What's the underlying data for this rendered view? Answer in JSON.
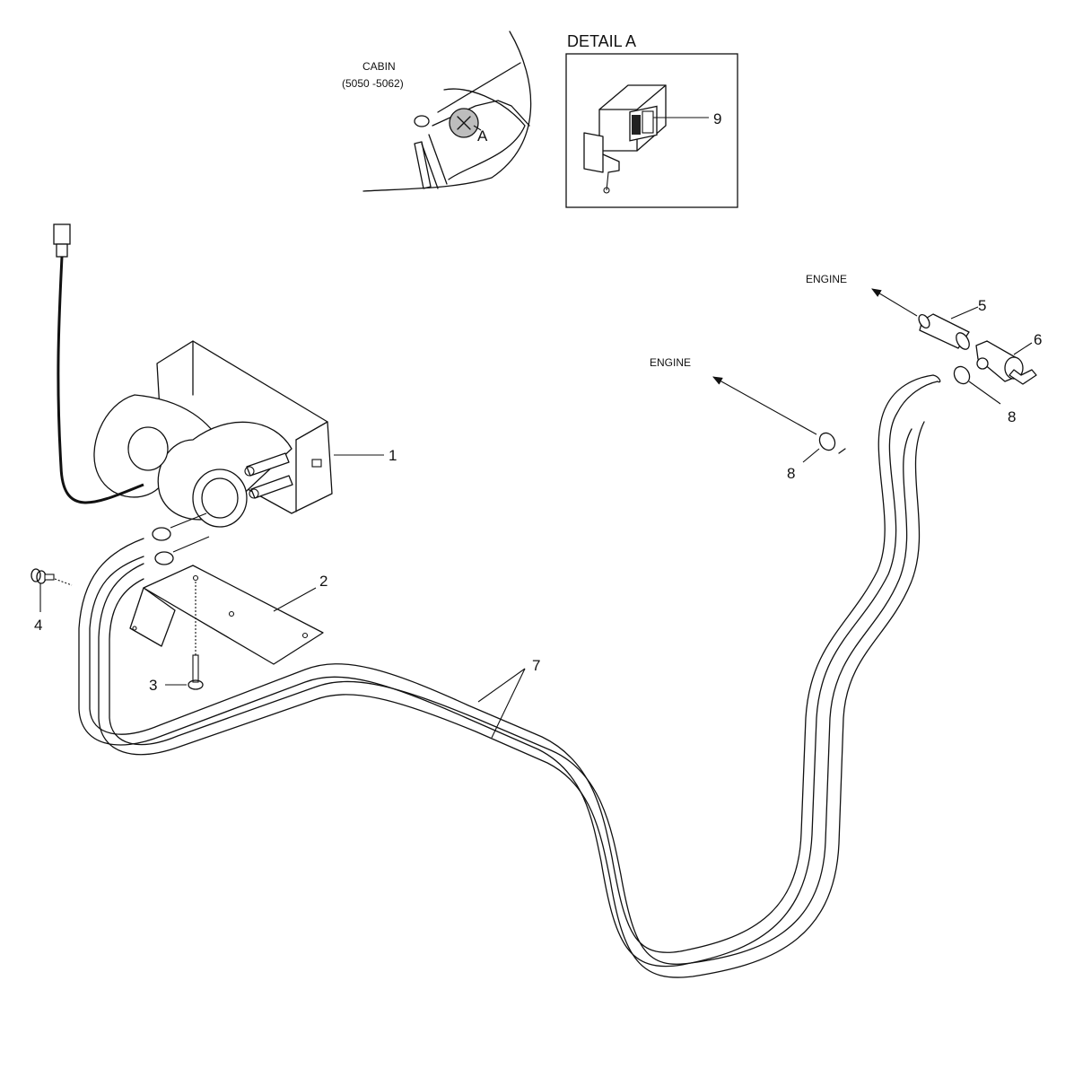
{
  "detail": {
    "title": "DETAIL A",
    "marker": "A"
  },
  "cabin": {
    "label": "CABIN",
    "range": "(5050 -5062)"
  },
  "directions": {
    "engine_upper": "ENGINE",
    "engine_lower": "ENGINE"
  },
  "callouts": {
    "c1": "1",
    "c2": "2",
    "c3": "3",
    "c4": "4",
    "c5": "5",
    "c6": "6",
    "c7": "7",
    "c8a": "8",
    "c8b": "8",
    "c9": "9"
  }
}
